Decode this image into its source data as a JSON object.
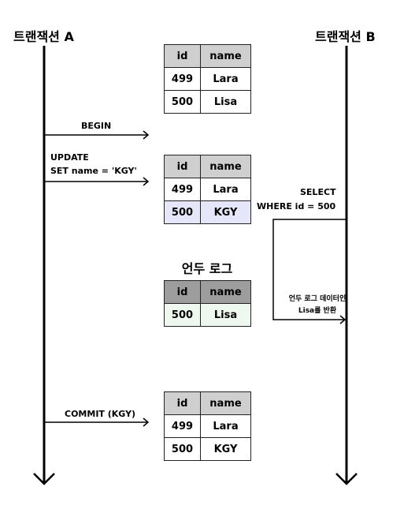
{
  "transactions": {
    "a_title": "트랜잭션 A",
    "b_title": "트랜잭션 B"
  },
  "steps": {
    "begin": "BEGIN",
    "update_line1": "UPDATE",
    "update_line2": "SET name = 'KGY'",
    "select_line1": "SELECT",
    "select_line2": "WHERE id = 500",
    "return_line1": "언두 로그 데이터인",
    "return_line2": "Lisa를 반환",
    "commit": "COMMIT (KGY)"
  },
  "undo_log_caption": "언두 로그",
  "tables": {
    "initial": {
      "headers": [
        "id",
        "name"
      ],
      "rows": [
        [
          "499",
          "Lara"
        ],
        [
          "500",
          "Lisa"
        ]
      ]
    },
    "after_update": {
      "headers": [
        "id",
        "name"
      ],
      "rows": [
        [
          "499",
          "Lara"
        ],
        [
          "500",
          "KGY"
        ]
      ]
    },
    "undo_log": {
      "headers": [
        "id",
        "name"
      ],
      "rows": [
        [
          "500",
          "Lisa"
        ]
      ]
    },
    "after_commit": {
      "headers": [
        "id",
        "name"
      ],
      "rows": [
        [
          "499",
          "Lara"
        ],
        [
          "500",
          "KGY"
        ]
      ]
    }
  },
  "colors": {
    "header_gray": "#cfcfcf",
    "undo_header_gray": "#9d9d9d",
    "updated_row": "#e6e6fa",
    "undo_row": "#eef8ee"
  }
}
